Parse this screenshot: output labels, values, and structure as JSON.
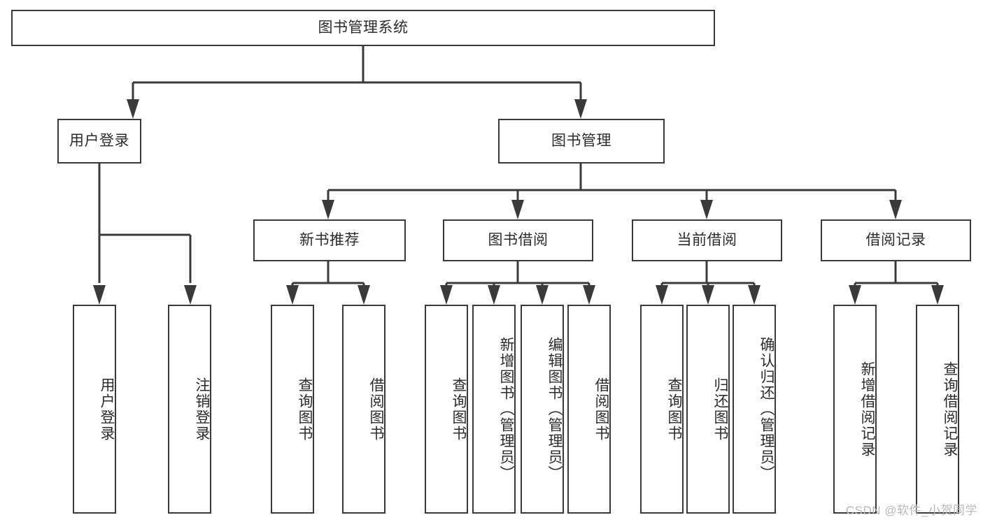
{
  "diagram": {
    "type": "tree",
    "title": "图书管理系统",
    "root": {
      "id": "root",
      "label": "图书管理系统"
    },
    "level2": [
      {
        "id": "user-login",
        "label": "用户登录"
      },
      {
        "id": "book-manage",
        "label": "图书管理"
      }
    ],
    "level3": [
      {
        "id": "new-book-rec",
        "label": "新书推荐"
      },
      {
        "id": "book-borrow",
        "label": "图书借阅"
      },
      {
        "id": "current-borrow",
        "label": "当前借阅"
      },
      {
        "id": "borrow-record",
        "label": "借阅记录"
      }
    ],
    "leaves": {
      "user_login": [
        {
          "id": "leaf-user-login",
          "label": "用户登录"
        },
        {
          "id": "leaf-logout",
          "label": "注销登录"
        }
      ],
      "new_book_rec": [
        {
          "id": "leaf-query-book-1",
          "label": "查询图书"
        },
        {
          "id": "leaf-borrow-book-1",
          "label": "借阅图书"
        }
      ],
      "book_borrow": [
        {
          "id": "leaf-query-book-2",
          "label": "查询图书"
        },
        {
          "id": "leaf-add-book",
          "label": "新增图书（管理员）"
        },
        {
          "id": "leaf-edit-book",
          "label": "编辑图书（管理员）"
        },
        {
          "id": "leaf-borrow-book-2",
          "label": "借阅图书"
        }
      ],
      "current_borrow": [
        {
          "id": "leaf-query-book-3",
          "label": "查询图书"
        },
        {
          "id": "leaf-return-book",
          "label": "归还图书"
        },
        {
          "id": "leaf-confirm-return",
          "label": "确认归还（管理员）"
        }
      ],
      "borrow_record": [
        {
          "id": "leaf-add-record",
          "label": "新增借阅记录"
        },
        {
          "id": "leaf-query-record",
          "label": "查询借阅记录"
        }
      ]
    },
    "colors": {
      "stroke": "#3a3a3a",
      "text": "#2b2b2b",
      "background": "#ffffff",
      "watermark": "#b8b8b8"
    }
  },
  "watermark": {
    "text": "CSDN @软件_小贺同学"
  }
}
